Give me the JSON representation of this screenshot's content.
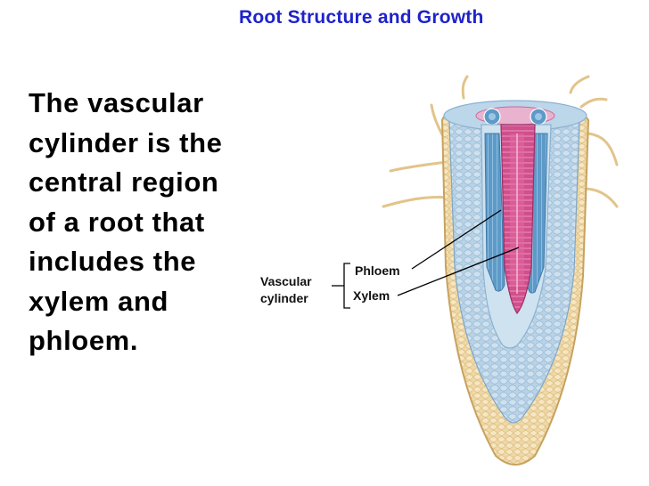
{
  "slide": {
    "title": "Root Structure and Growth",
    "body_lines": [
      "The vascular",
      "cylinder is the",
      "central region",
      "of a root that",
      "includes the",
      "xylem and",
      "phloem."
    ]
  },
  "diagram": {
    "labels": {
      "group": [
        "Vascular",
        "cylinder"
      ],
      "phloem": "Phloem",
      "xylem": "Xylem"
    },
    "colors": {
      "cortex": "#b9d3e6",
      "epidermis": "#f0d9a6",
      "root_cap": "#f2dfae",
      "phloem": "#5e9ac8",
      "xylem": "#d04f8c",
      "pericycle": "#cfe2ef"
    }
  }
}
